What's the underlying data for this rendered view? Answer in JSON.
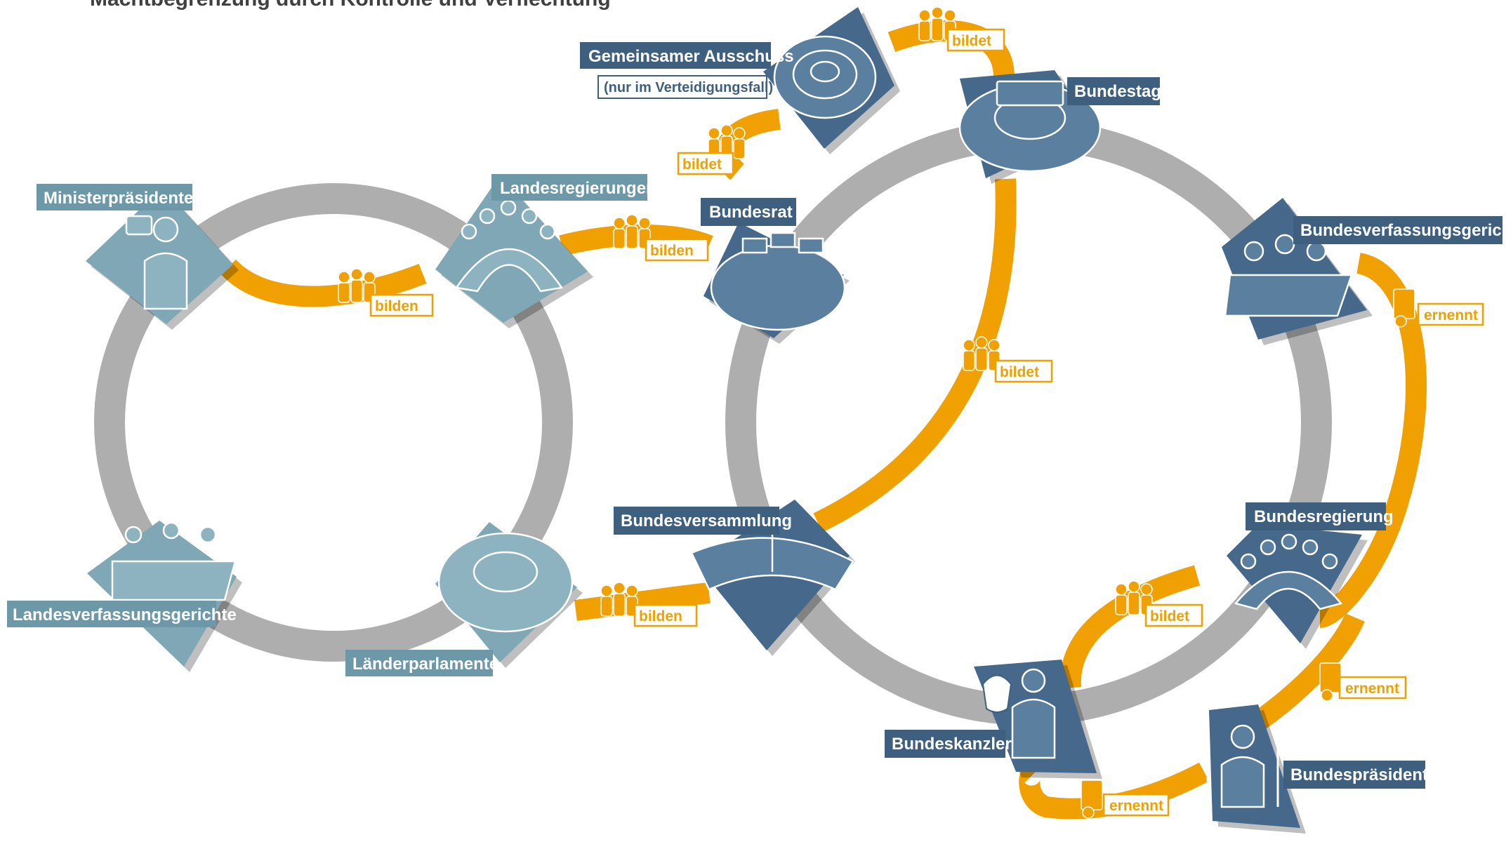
{
  "header": {
    "title": "Machtbegrenzung durch Kontrolle und Verflechtung"
  },
  "nodes": {
    "ministerpraesidenten": "Ministerpräsidenten",
    "landesregierungen": "Landesregierungen",
    "landesverfassungsgerichte": "Landesverfassungsgerichte",
    "laenderparlamente": "Länderparlamente",
    "gemeinsamer_ausschuss": "Gemeinsamer Ausschuss",
    "gemeinsamer_ausschuss_note": "(nur im Verteidigungsfall)",
    "bundestag": "Bundestag",
    "bundesrat": "Bundesrat",
    "bundesverfassungsgericht": "Bundesverfassungsgericht",
    "bundesversammlung": "Bundesversammlung",
    "bundesregierung": "Bundesregierung",
    "bundeskanzler": "Bundeskanzler",
    "bundespraesident": "Bundespräsident"
  },
  "relations": {
    "bilden_1": "bilden",
    "bilden_2": "bilden",
    "bilden_3": "bilden",
    "bildet_1": "bildet",
    "bildet_2": "bildet",
    "bildet_3": "bildet",
    "bildet_4": "bildet",
    "ernennt_1": "ernennt",
    "ernennt_2": "ernennt",
    "ernennt_3": "ernennt"
  },
  "colors": {
    "federal": "#46688a",
    "state": "#7fa7b5",
    "relation": "#f0a000",
    "ring": "#aeaeae"
  },
  "icons": {
    "people_group": "people-group-icon",
    "certificate": "certificate-icon",
    "eagle": "federal-eagle-icon"
  }
}
